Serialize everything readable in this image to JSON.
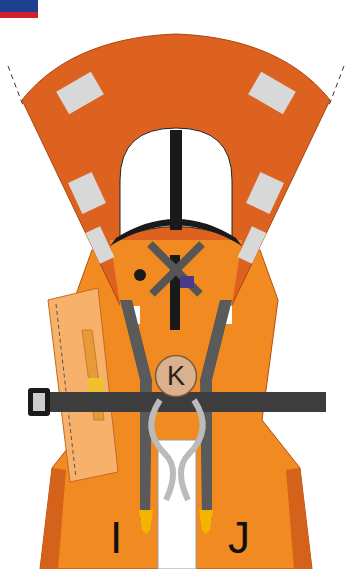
{
  "diagram": {
    "nodes": [
      {
        "text": [
          "K"
        ]
      }
    ],
    "labels": [
      "I",
      "J"
    ]
  }
}
